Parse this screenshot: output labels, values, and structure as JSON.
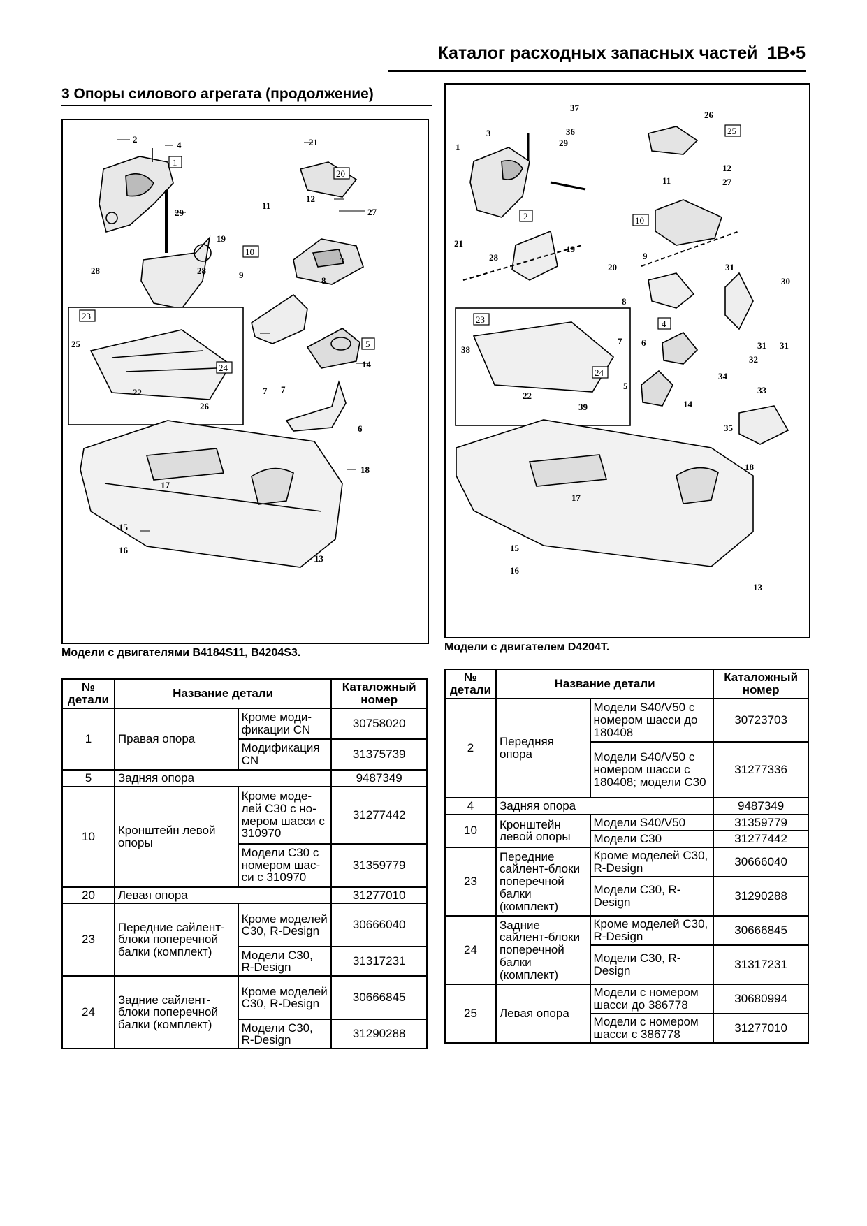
{
  "header": {
    "title": "Каталог расходных запасных частей",
    "page": "1B•5"
  },
  "section": {
    "title": "3 Опоры силового агрегата (продолжение)"
  },
  "left_figure": {
    "caption": "Модели с двигателями B4184S11, B4204S3.",
    "callouts": [
      "1",
      "2",
      "3",
      "4",
      "5",
      "6",
      "7",
      "7",
      "8",
      "9",
      "10",
      "11",
      "12",
      "13",
      "14",
      "15",
      "16",
      "17",
      "18",
      "19",
      "20",
      "21",
      "22",
      "23",
      "24",
      "25",
      "26",
      "27",
      "28",
      "28",
      "29"
    ],
    "boxed": [
      "1",
      "5",
      "10",
      "20",
      "23",
      "24"
    ]
  },
  "right_figure": {
    "caption": "Модели с двигателем D4204T.",
    "callouts": [
      "1",
      "2",
      "3",
      "4",
      "5",
      "6",
      "7",
      "8",
      "9",
      "10",
      "11",
      "12",
      "13",
      "14",
      "15",
      "16",
      "17",
      "18",
      "19",
      "20",
      "21",
      "22",
      "23",
      "24",
      "25",
      "26",
      "27",
      "28",
      "29",
      "30",
      "31",
      "31",
      "31",
      "32",
      "33",
      "34",
      "35",
      "36",
      "37",
      "38",
      "39"
    ],
    "boxed": [
      "2",
      "4",
      "10",
      "23",
      "24",
      "25"
    ]
  },
  "left_table": {
    "headers": {
      "num": "№ детали",
      "name": "Название детали",
      "cat": "Каталожный номер"
    },
    "rows": [
      {
        "num": "1",
        "name": "Правая опора",
        "variants": [
          {
            "cond": "Кроме моди-фикации CN",
            "cat": "30758020"
          },
          {
            "cond": "Модификация CN",
            "cat": "31375739"
          }
        ]
      },
      {
        "num": "5",
        "name": "Задняя опора",
        "variants": [
          {
            "cond": "",
            "cat": "9487349"
          }
        ]
      },
      {
        "num": "10",
        "name": "Кронштейн левой опоры",
        "variants": [
          {
            "cond": "Кроме моде-лей C30 с но-мером шасси с 310970",
            "cat": "31277442"
          },
          {
            "cond": "Модели C30 с номером шас-си с 310970",
            "cat": "31359779"
          }
        ]
      },
      {
        "num": "20",
        "name": "Левая опора",
        "variants": [
          {
            "cond": "",
            "cat": "31277010"
          }
        ]
      },
      {
        "num": "23",
        "name": "Передние сайлент-блоки поперечной балки (комплект)",
        "variants": [
          {
            "cond": "Кроме моделей C30, R-Design",
            "cat": "30666040"
          },
          {
            "cond": "Модели C30, R-Design",
            "cat": "31317231"
          }
        ]
      },
      {
        "num": "24",
        "name": "Задние сайлент-блоки поперечной балки (комплект)",
        "variants": [
          {
            "cond": "Кроме моделей C30, R-Design",
            "cat": "30666845"
          },
          {
            "cond": "Модели C30, R-Design",
            "cat": "31290288"
          }
        ]
      }
    ]
  },
  "right_table": {
    "headers": {
      "num": "№ детали",
      "name": "Название детали",
      "cat": "Каталожный номер"
    },
    "rows": [
      {
        "num": "2",
        "name": "Передняя опора",
        "variants": [
          {
            "cond": "Модели S40/V50 с номером шасси до 180408",
            "cat": "30723703"
          },
          {
            "cond": "Модели S40/V50 с номером шасси с 180408; модели C30",
            "cat": "31277336"
          }
        ]
      },
      {
        "num": "4",
        "name": "Задняя опора",
        "variants": [
          {
            "cond": "",
            "cat": "9487349"
          }
        ]
      },
      {
        "num": "10",
        "name": "Кронштейн левой опоры",
        "variants": [
          {
            "cond": "Модели S40/V50",
            "cat": "31359779"
          },
          {
            "cond": "Модели C30",
            "cat": "31277442"
          }
        ]
      },
      {
        "num": "23",
        "name": "Передние сайлент-блоки поперечной балки (комплект)",
        "variants": [
          {
            "cond": "Кроме моделей C30, R-Design",
            "cat": "30666040"
          },
          {
            "cond": "Модели C30, R-Design",
            "cat": "31290288"
          }
        ]
      },
      {
        "num": "24",
        "name": "Задние сайлент-блоки поперечной балки (комплект)",
        "variants": [
          {
            "cond": "Кроме моделей C30, R-Design",
            "cat": "30666845"
          },
          {
            "cond": "Модели C30, R-Design",
            "cat": "31317231"
          }
        ]
      },
      {
        "num": "25",
        "name": "Левая опора",
        "variants": [
          {
            "cond": "Модели с номером шасси до 386778",
            "cat": "30680994"
          },
          {
            "cond": "Модели с номером шасси с 386778",
            "cat": "31277010"
          }
        ]
      }
    ]
  }
}
